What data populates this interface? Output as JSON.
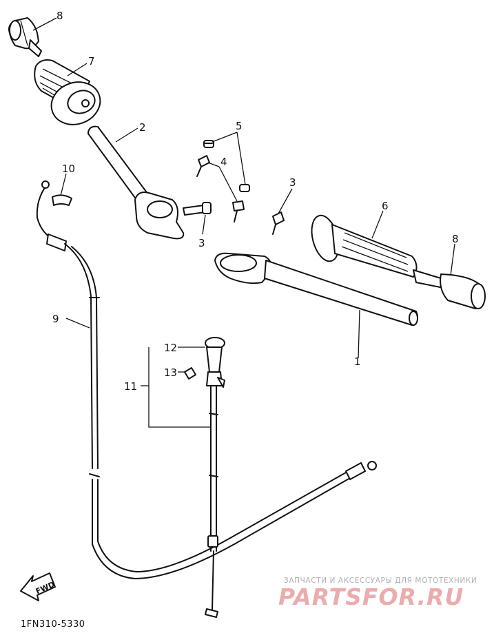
{
  "callouts": {
    "c1": "1",
    "c2": "2",
    "c3a": "3",
    "c3b": "3",
    "c4": "4",
    "c5": "5",
    "c6": "6",
    "c7": "7",
    "c8a": "8",
    "c8b": "8",
    "c9": "9",
    "c10": "10",
    "c11": "11",
    "c12": "12",
    "c13": "13"
  },
  "fwd_label": "FWD",
  "diagram_code": "1FN310-5330",
  "watermark": {
    "tagline": "ЗАПЧАСТИ И АКСЕССУАРЫ ДЛЯ МОТОТЕХНИКИ",
    "logo": "PARTSFOR.RU"
  }
}
